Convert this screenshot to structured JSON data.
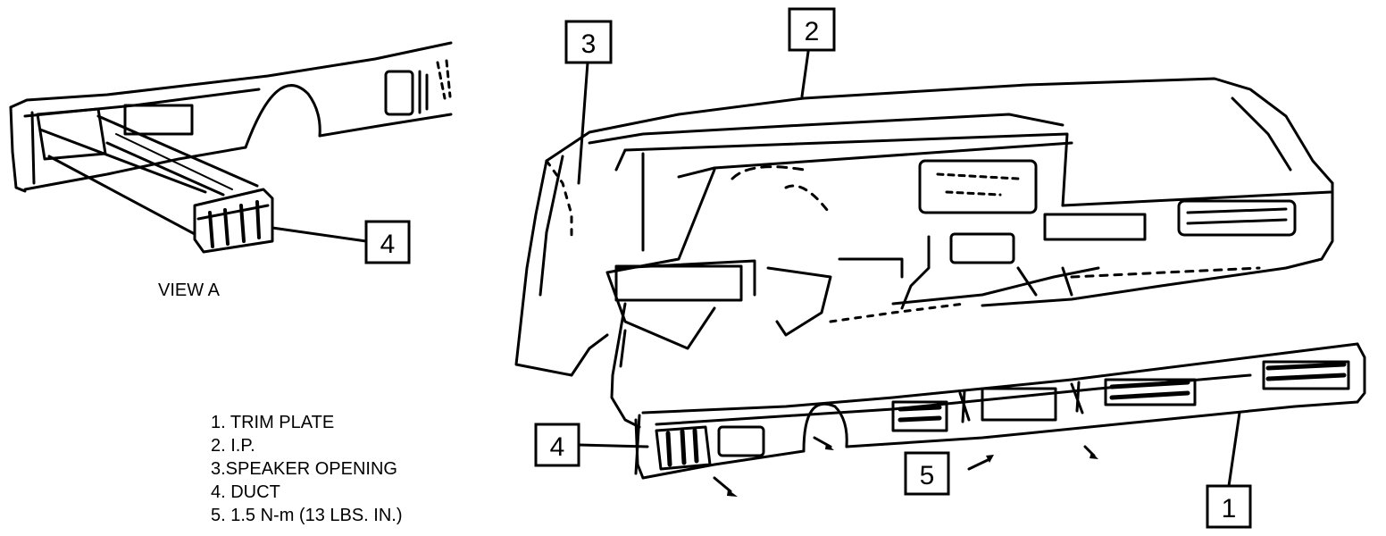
{
  "callouts": {
    "view_a_duct": "4",
    "speaker_opening": "3",
    "ip": "2",
    "duct": "4",
    "fastener": "5",
    "trim_plate": "1"
  },
  "view_label": "VIEW A",
  "legend": [
    "1. TRIM PLATE",
    "2. I.P.",
    "3.SPEAKER OPENING",
    "4. DUCT",
    "5. 1.5 N-m (13 LBS. IN.)"
  ],
  "colors": {
    "ink": "#000000",
    "paper": "#ffffff"
  }
}
